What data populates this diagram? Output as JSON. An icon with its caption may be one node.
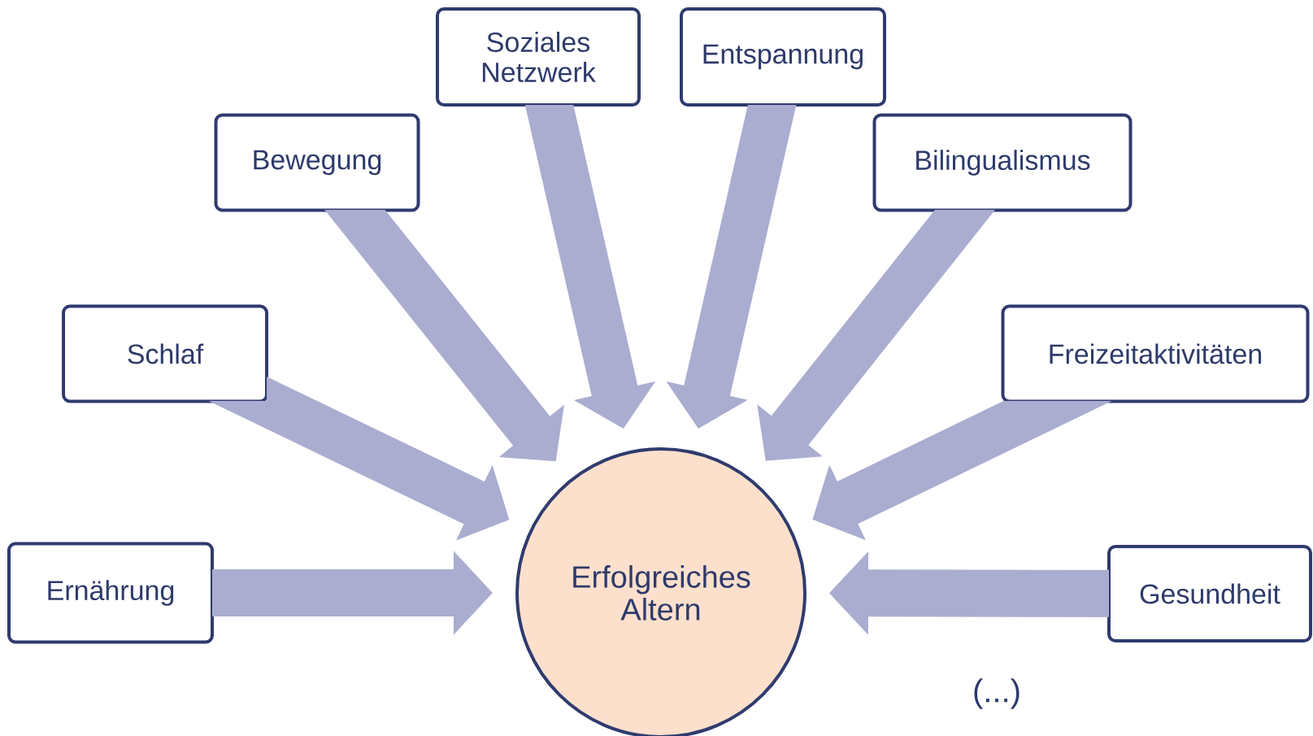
{
  "diagram": {
    "nodes": [
      {
        "text": [
          "Soziales Netzwerk"
        ]
      },
      {
        "text": [
          "Entspannung"
        ]
      },
      {
        "text": [
          "Bewegung"
        ]
      },
      {
        "text": [
          "Bilingualismus"
        ]
      },
      {
        "text": [
          "Schlaf"
        ]
      },
      {
        "text": [
          "Freizeitaktivitäten"
        ]
      },
      {
        "text": [
          "Ernährung"
        ]
      },
      {
        "text": [
          "Gesundheit"
        ]
      },
      {
        "text": [
          "Erfolgreiches Altern"
        ]
      }
    ],
    "edges": [
      {
        "from": 0,
        "to": 8,
        "arrow": "to"
      },
      {
        "from": 1,
        "to": 8,
        "arrow": "to"
      },
      {
        "from": 2,
        "to": 8,
        "arrow": "to"
      },
      {
        "from": 3,
        "to": 8,
        "arrow": "to"
      },
      {
        "from": 4,
        "to": 8,
        "arrow": "to"
      },
      {
        "from": 5,
        "to": 8,
        "arrow": "to"
      },
      {
        "from": 6,
        "to": 8,
        "arrow": "to"
      },
      {
        "from": 7,
        "to": 8,
        "arrow": "to"
      }
    ],
    "labels": [
      "(...)"
    ]
  }
}
